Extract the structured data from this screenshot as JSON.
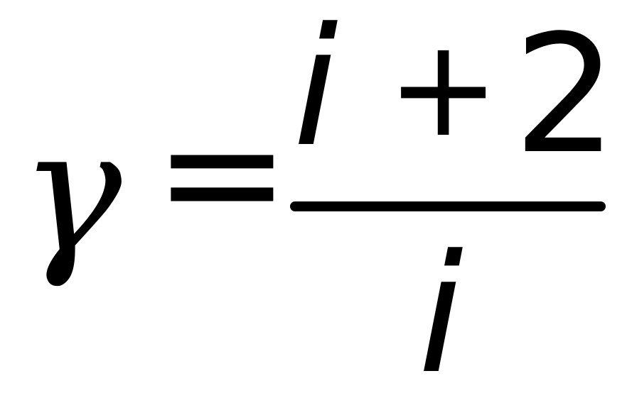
{
  "formula": {
    "lhs": "γ",
    "relation": "=",
    "numerator": {
      "variable": "i",
      "operator": "+",
      "constant": "2"
    },
    "denominator": {
      "variable": "i"
    }
  },
  "colors": {
    "ink": "#000000",
    "background": "#ffffff"
  }
}
